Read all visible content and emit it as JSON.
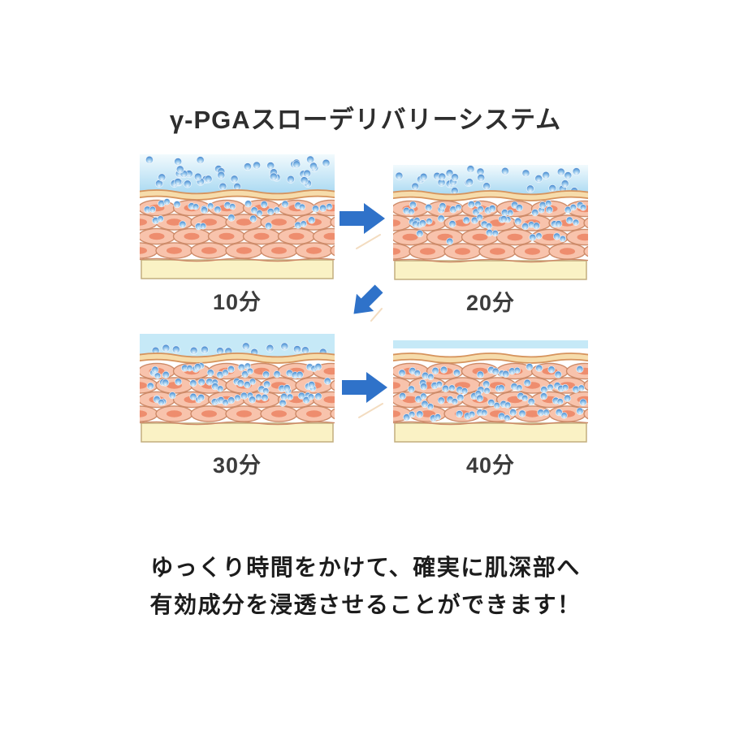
{
  "title": "γ-PGAスローデリバリーシステム",
  "stages": [
    {
      "label": "10分",
      "minutes": 10,
      "surface_droplet_level": 3,
      "penetrated_rows": [
        16,
        8,
        0,
        0
      ]
    },
    {
      "label": "20分",
      "minutes": 20,
      "surface_droplet_level": 2,
      "penetrated_rows": [
        18,
        16,
        5,
        0
      ]
    },
    {
      "label": "30分",
      "minutes": 30,
      "surface_droplet_level": 1,
      "penetrated_rows": [
        18,
        18,
        16,
        0
      ]
    },
    {
      "label": "40分",
      "minutes": 40,
      "surface_droplet_level": 0,
      "penetrated_rows": [
        16,
        16,
        16,
        12
      ]
    }
  ],
  "caption": {
    "line1": "ゆっくり時間をかけて、確実に肌深部へ",
    "line2": "有効成分を浸透させることができます！"
  },
  "colors": {
    "text": "#2e2e2e",
    "arrow": "#2f72c9",
    "surface_band": "#c6e9f7",
    "droplet_dark": "#2d74c6",
    "droplet_light": "#eaf6fd",
    "skin_ribbon_fill": "#f6dcab",
    "skin_ribbon_stroke": "#d6935c",
    "cell_fill": "#f8c3ac",
    "cell_stroke": "#cd8a68",
    "cell_nucleus": "#ee8d6e",
    "base_fill": "#faf2c5",
    "base_stroke": "#c3ae7e"
  }
}
